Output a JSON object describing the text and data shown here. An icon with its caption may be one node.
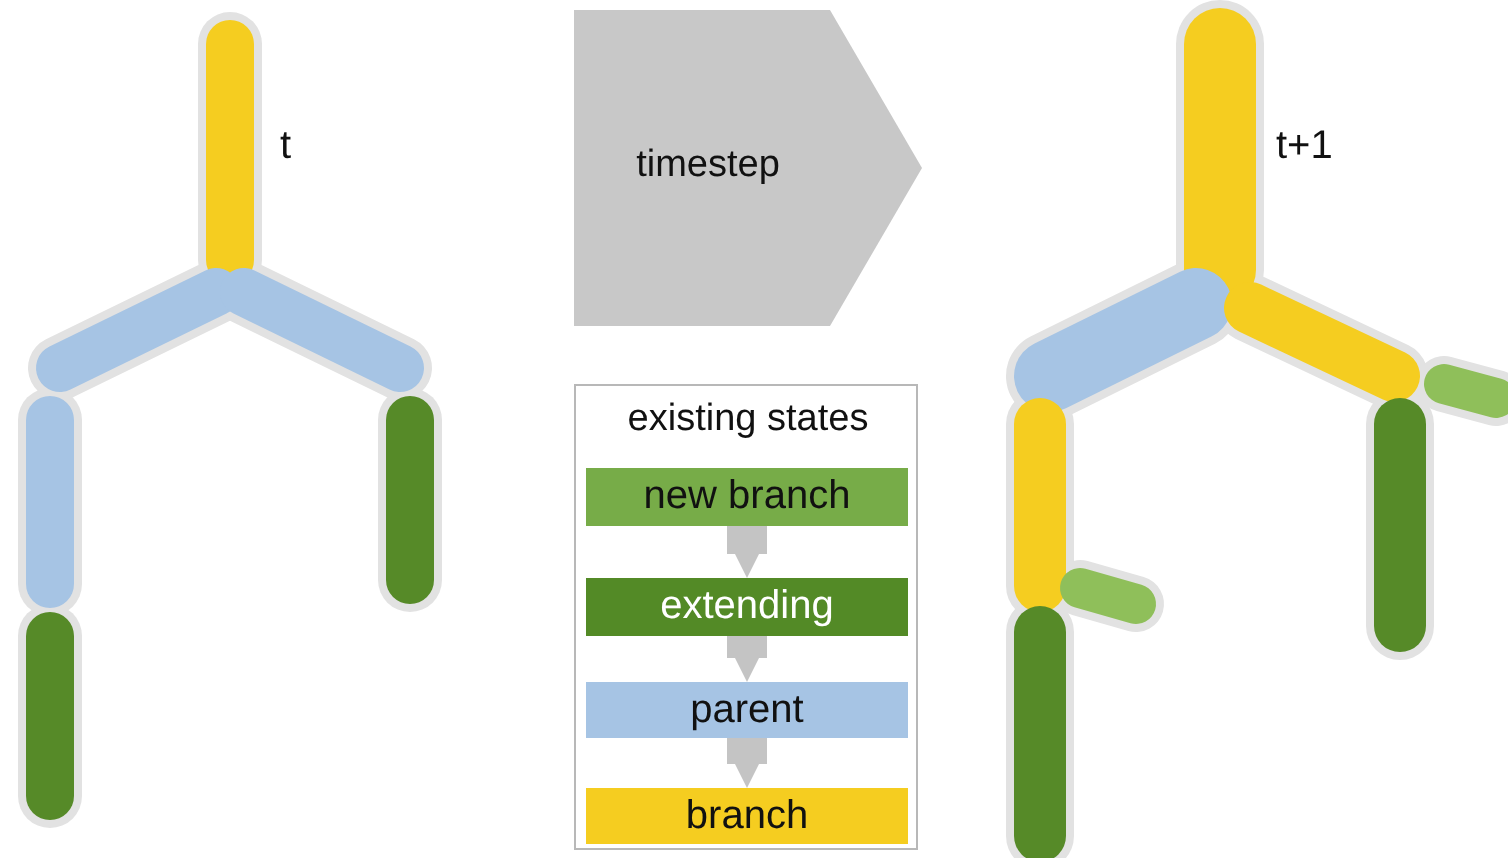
{
  "diagram": {
    "nodes": [
      {
        "text": [
          "timestep"
        ]
      },
      {
        "text": [
          "existing states"
        ]
      },
      {
        "text": [
          "new branch"
        ],
        "in": 1
      },
      {
        "text": [
          "extending"
        ],
        "in": 1
      },
      {
        "text": [
          "parent"
        ],
        "in": 1
      },
      {
        "text": [
          "branch"
        ],
        "in": 1
      }
    ],
    "edges": [
      {
        "from": 2,
        "to": 3,
        "arrow": "to"
      },
      {
        "from": 3,
        "to": 4,
        "arrow": "to"
      },
      {
        "from": 4,
        "to": 5,
        "arrow": "to"
      }
    ],
    "labels": [
      "t",
      "t+1"
    ]
  }
}
